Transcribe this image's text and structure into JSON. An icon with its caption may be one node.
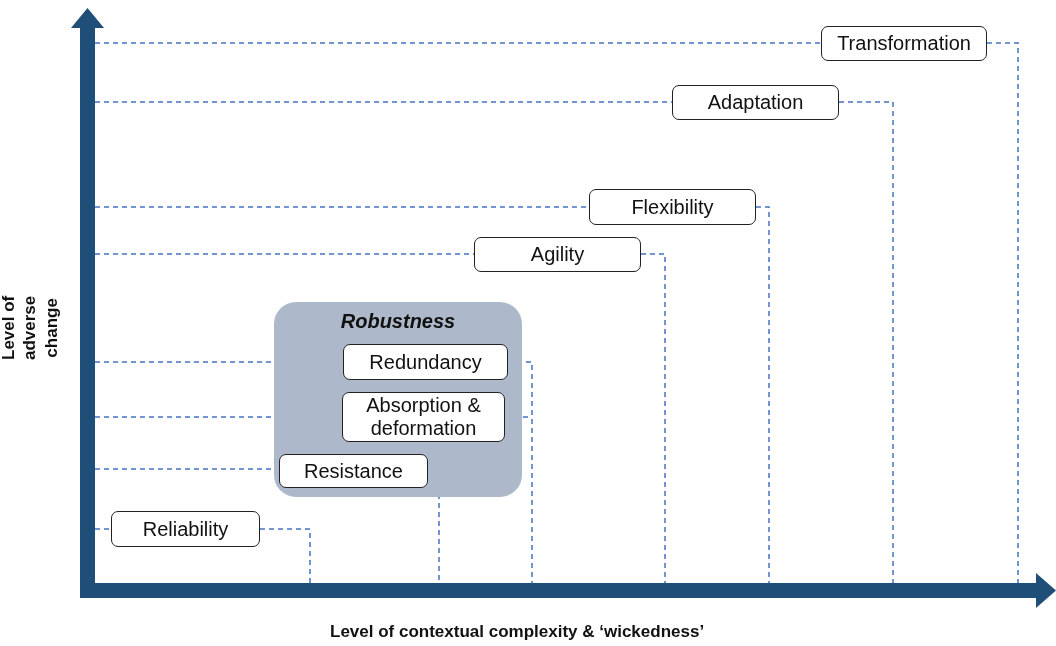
{
  "diagram": {
    "nodes": [
      {
        "text": [
          "Transformation"
        ]
      },
      {
        "text": [
          "Adaptation"
        ]
      },
      {
        "text": [
          "Flexibility"
        ]
      },
      {
        "text": [
          "Agility"
        ]
      },
      {
        "text": [
          "Robustness"
        ]
      },
      {
        "text": [
          "Redundancy"
        ],
        "in": 4
      },
      {
        "text": [
          "Absorption & deformation"
        ],
        "in": 4
      },
      {
        "text": [
          "Resistance"
        ],
        "in": 4
      },
      {
        "text": [
          "Reliability"
        ]
      }
    ],
    "labels": [
      "Level of adverse change",
      "Level of contextual complexity & ‘wickedness’"
    ]
  }
}
